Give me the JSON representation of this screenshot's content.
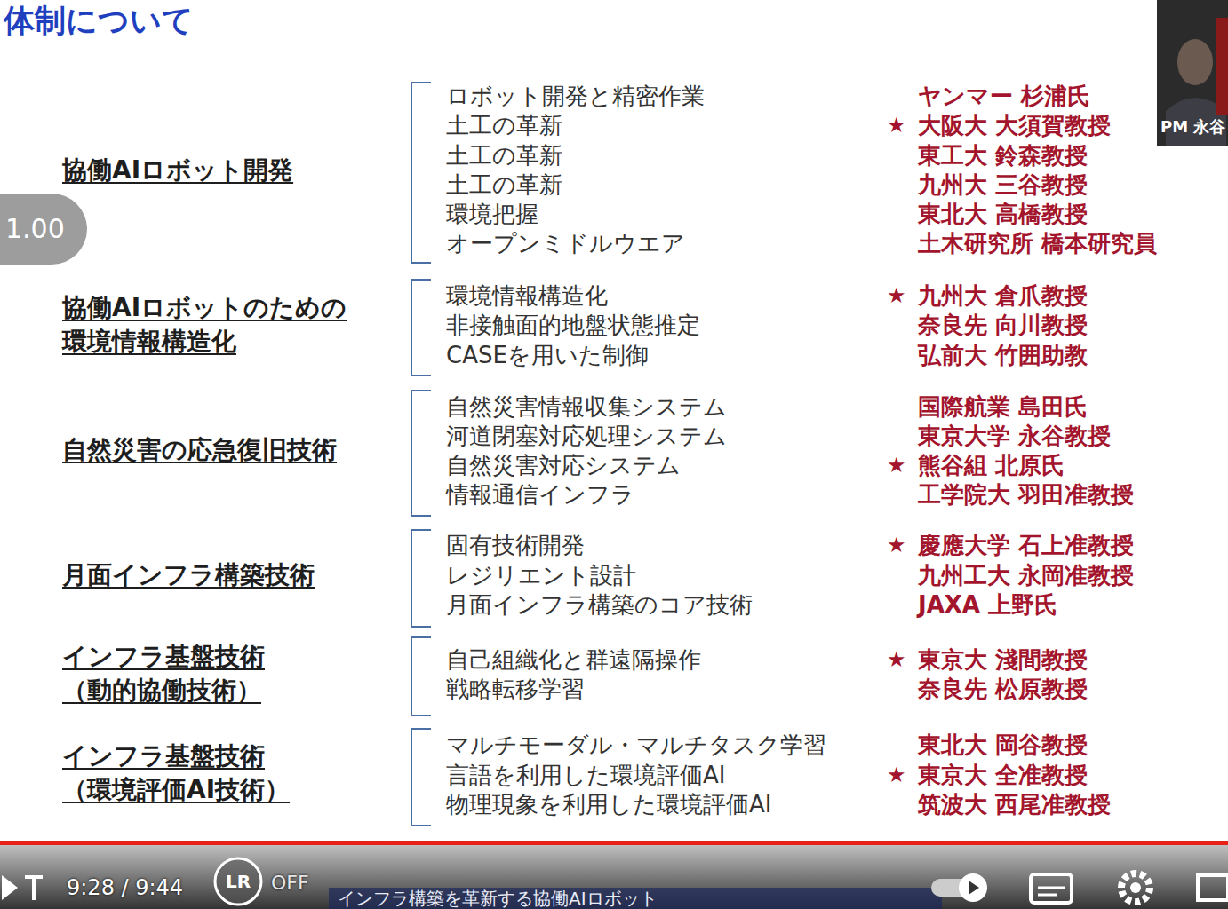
{
  "diagram": {
    "title": "体制について",
    "labels": [
      "PM 永谷",
      "1.00",
      "協働AIロボット開発",
      "ロボット開発と精密作業",
      "土工の革新",
      "土工の革新",
      "土工の革新",
      "環境把握",
      "オープンミドルウエア",
      "ヤンマー 杉浦氏",
      "★",
      "大阪大 大須賀教授",
      "東工大 鈴森教授",
      "九州大 三谷教授",
      "東北大 高橋教授",
      "土木研究所 橋本研究員",
      "協働AIロボットのための 環境情報構造化",
      "環境情報構造化",
      "非接触面的地盤状態推定",
      "CASEを用いた制御",
      "★",
      "九州大 倉爪教授",
      "奈良先 向川教授",
      "弘前大 竹囲助教",
      "自然災害の応急復旧技術",
      "自然災害情報収集システム",
      "河道閉塞対応処理システム",
      "自然災害対応システム",
      "情報通信インフラ",
      "国際航業 島田氏",
      "東京大学 永谷教授",
      "★",
      "熊谷組 北原氏",
      "工学院大 羽田准教授",
      "月面インフラ構築技術",
      "固有技術開発",
      "レジリエント設計",
      "月面インフラ構築のコア技術",
      "★",
      "慶應大学 石上准教授",
      "九州工大 永岡准教授",
      "JAXA 上野氏",
      "インフラ基盤技術 （動的協働技術）",
      "自己組織化と群遠隔操作",
      "戦略転移学習",
      "★",
      "東京大 淺間教授",
      "奈良先 松原教授",
      "インフラ基盤技術 （環境評価AI技術）",
      "マルチモーダル・マルチタスク学習",
      "言語を利用した環境評価AI",
      "物理現象を利用した環境評価AI",
      "東北大 岡谷教授",
      "★",
      "東京大 全准教授",
      "筑波大 西尾准教授",
      "9:28 / 9:44",
      "LR",
      "OFF",
      "インフラ構築を革新する協働AIロボット"
    ]
  }
}
